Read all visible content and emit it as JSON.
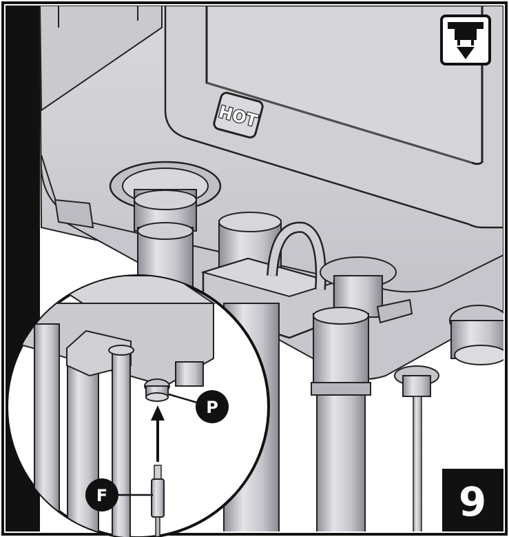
{
  "illustration": {
    "unit_label": "HOT",
    "callout_p": "P",
    "callout_f": "F",
    "step_number": "9",
    "corner_icon": "drain-down-arrow-icon"
  },
  "colors": {
    "frame": "#111111",
    "body": "#d2d2d6",
    "body_shadow": "#a9a9b1",
    "pipe": "#c7c7cd",
    "pipe_dark": "#8c8c94",
    "callout_bg": "#111111",
    "callout_text": "#ffffff",
    "background": "#ffffff"
  }
}
